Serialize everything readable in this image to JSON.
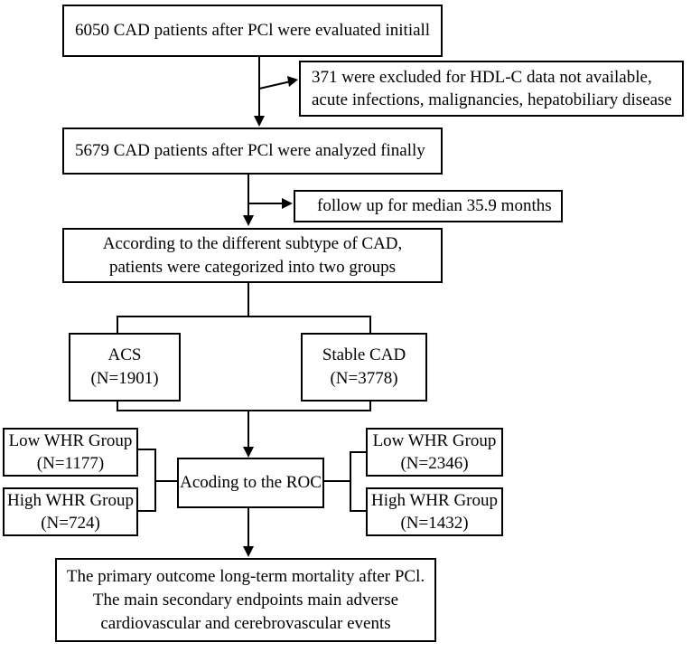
{
  "nodes": {
    "initial": "6050 CAD patients after PCl were evaluated initiall",
    "excluded": {
      "line1": "371 were excluded for HDL-C data not available,",
      "line2": "acute infections, malignancies, hepatobiliary disease"
    },
    "analyzed": "5679 CAD patients after PCl were analyzed finally",
    "followup": "follow up for median 35.9 months",
    "categorize": {
      "line1": "According to the different subtype of CAD,",
      "line2": "patients were categorized into two groups"
    },
    "acs": {
      "name": "ACS",
      "n": "(N=1901)"
    },
    "stable": {
      "name": "Stable CAD",
      "n": "(N=3778)"
    },
    "roc": "Acoding to the ROC",
    "acs_low": {
      "name": "Low WHR Group",
      "n": "(N=1177)"
    },
    "acs_high": {
      "name": "High WHR Group",
      "n": "(N=724)"
    },
    "stable_low": {
      "name": "Low WHR Group",
      "n": "(N=2346)"
    },
    "stable_high": {
      "name": "High WHR Group",
      "n": "(N=1432)"
    },
    "outcome": {
      "line1": "The primary outcome long-term mortality after PCl.",
      "line2": "The main secondary endpoints main adverse",
      "line3": "cardiovascular and cerebrovascular events"
    }
  }
}
